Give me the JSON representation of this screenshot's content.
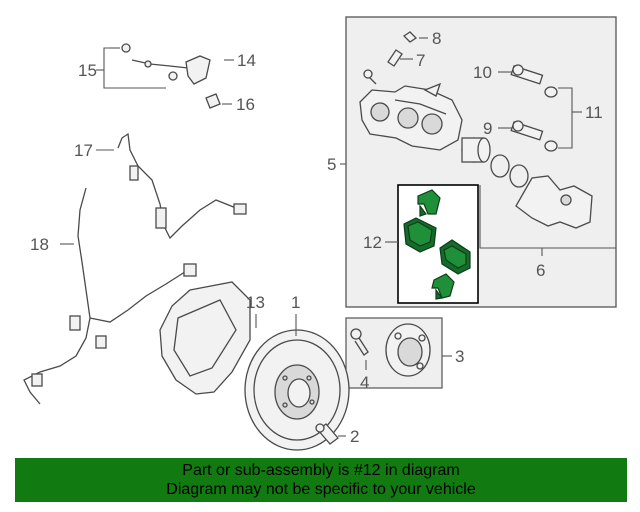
{
  "callouts": {
    "c1": "1",
    "c2": "2",
    "c3": "3",
    "c4": "4",
    "c5": "5",
    "c6": "6",
    "c7": "7",
    "c8": "8",
    "c9": "9",
    "c10": "10",
    "c11": "11",
    "c12": "12",
    "c13": "13",
    "c14": "14",
    "c15": "15",
    "c16": "16",
    "c17": "17",
    "c18": "18"
  },
  "notice": {
    "line1": "Part or sub-assembly is #12 in diagram",
    "line2": "Diagram may not be specific to your vehicle"
  },
  "colors": {
    "highlight": "#1f8f3a",
    "banner": "#117a11"
  }
}
